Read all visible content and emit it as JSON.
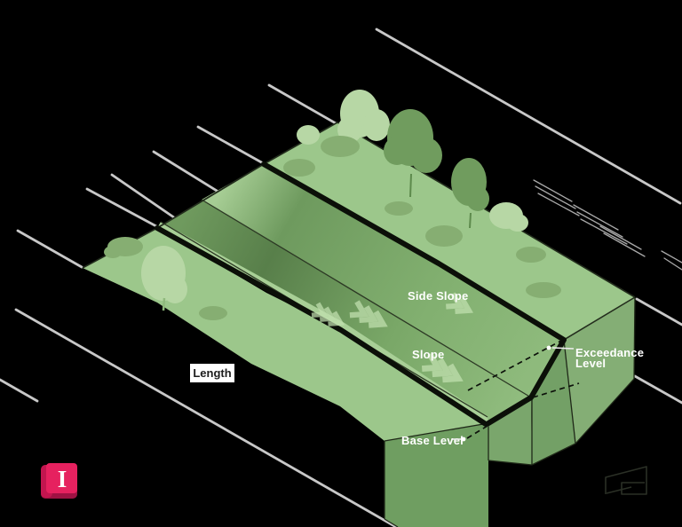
{
  "diagram": {
    "labels": {
      "side_slope": "Side Slope",
      "slope": "Slope",
      "length": "Length",
      "base_level": "Base Level",
      "exceedance_line1": "Exceedance",
      "exceedance_line2": "Level"
    },
    "icon": {
      "letter": "I"
    },
    "colors": {
      "background": "#000000",
      "grass": "#9cc78b",
      "tree_light": "#b7d7a5",
      "tree_dark": "#709c5e",
      "bush": "#86ae72",
      "channel_dark": "#587f4a",
      "channel_light": "#90bc7e",
      "near_strip": "#a8cf96",
      "face_front": "#6f9e61",
      "face_mid": "#7aa66c",
      "face_cut": "#73a066",
      "face_east": "#84ae75",
      "thick_outline": "#0b0f08",
      "streak": "#c8c8c8",
      "label_text": "#ffffff",
      "icon_pink": "#e6215f",
      "icon_dark": "#9e1243",
      "icon_spine": "#c2154f"
    }
  }
}
